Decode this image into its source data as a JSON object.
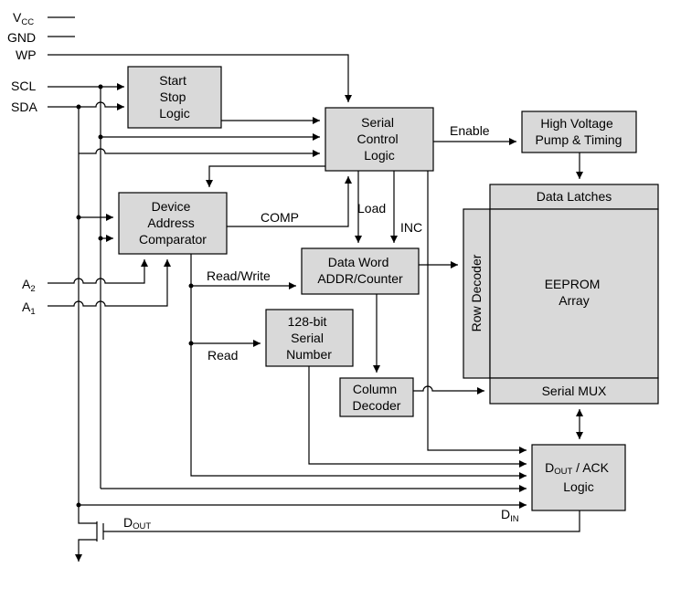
{
  "pins": {
    "vcc_main": "V",
    "vcc_sub": "CC",
    "gnd": "GND",
    "wp": "WP",
    "scl": "SCL",
    "sda": "SDA",
    "a2_main": "A",
    "a2_sub": "2",
    "a1_main": "A",
    "a1_sub": "1"
  },
  "blocks": {
    "start_stop": [
      "Start",
      "Stop",
      "Logic"
    ],
    "serial_control": [
      "Serial",
      "Control",
      "Logic"
    ],
    "high_voltage": [
      "High Voltage",
      "Pump & Timing"
    ],
    "device_address": [
      "Device",
      "Address",
      "Comparator"
    ],
    "data_word": [
      "Data Word",
      "ADDR/Counter"
    ],
    "serial_number": [
      "128-bit",
      "Serial",
      "Number"
    ],
    "column_decoder": [
      "Column",
      "Decoder"
    ],
    "data_latches": "Data Latches",
    "row_decoder": "Row Decoder",
    "eeprom": [
      "EEPROM",
      "Array"
    ],
    "serial_mux": "Serial MUX",
    "dout_ack_main": "D",
    "dout_ack_sub": "OUT",
    "dout_ack_rest": " / ACK",
    "dout_ack_line2": "Logic"
  },
  "signals": {
    "enable": "Enable",
    "comp": "COMP",
    "load": "Load",
    "inc": "INC",
    "read_write": "Read/Write",
    "read": "Read",
    "din_main": "D",
    "din_sub": "IN",
    "dout_main": "D",
    "dout_sub": "OUT"
  }
}
